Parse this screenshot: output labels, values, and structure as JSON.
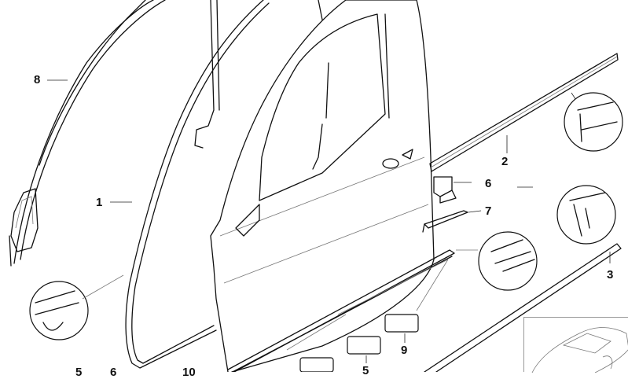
{
  "diagram": {
    "title": "Front door exploded parts diagram",
    "callouts": [
      {
        "id": "1",
        "label": "1",
        "part": "door-seal"
      },
      {
        "id": "2",
        "label": "2",
        "part": "window-channel-strip-outer"
      },
      {
        "id": "3",
        "label": "3",
        "part": "door-bottom-seal-strip"
      },
      {
        "id": "5a",
        "label": "5",
        "part": "clip"
      },
      {
        "id": "5b",
        "label": "5",
        "part": "clip"
      },
      {
        "id": "6a",
        "label": "6",
        "part": "bracket"
      },
      {
        "id": "6b",
        "label": "6",
        "part": "bracket"
      },
      {
        "id": "7",
        "label": "7",
        "part": "clip-strip"
      },
      {
        "id": "8",
        "label": "8",
        "part": "door-frame-seal"
      },
      {
        "id": "9",
        "label": "9",
        "part": "clip"
      },
      {
        "id": "10",
        "label": "10",
        "part": "partially-visible"
      }
    ],
    "detail_circles": 4,
    "thumbnail": "car-overview-thumbnail"
  }
}
